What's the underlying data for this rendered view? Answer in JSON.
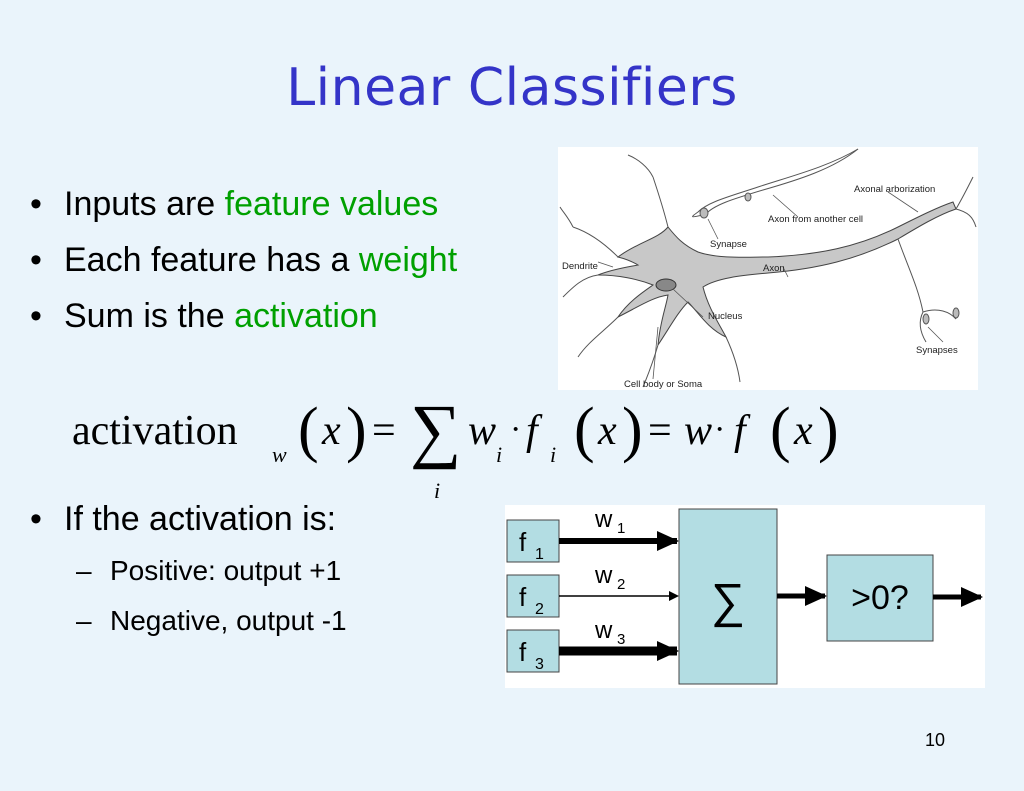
{
  "title": "Linear Classifiers",
  "bullets": [
    {
      "text": "Inputs are ",
      "highlight": "feature values"
    },
    {
      "text": "Each feature has a ",
      "highlight": "weight"
    },
    {
      "text": "Sum is the ",
      "highlight": "activation"
    }
  ],
  "highlight_color": "#00a000",
  "title_color": "#3434c8",
  "neuron_labels": {
    "axonal_arborization": "Axonal arborization",
    "axon_from_another_cell": "Axon from another cell",
    "synapse": "Synapse",
    "dendrite": "Dendrite",
    "axon": "Axon",
    "nucleus": "Nucleus",
    "synapses": "Synapses",
    "cell_body": "Cell body or Soma"
  },
  "formula": {
    "lhs": "activation",
    "lhs_sub": "w",
    "var": "x",
    "eq": "=",
    "sum_index": "i",
    "w": "w",
    "f": "f",
    "dot": "·"
  },
  "bullet_activation": "If the activation is:",
  "sub_bullets": [
    "Positive: output +1",
    "Negative, output -1"
  ],
  "perceptron": {
    "inputs": [
      {
        "f": "f",
        "sub": "1"
      },
      {
        "f": "f",
        "sub": "2"
      },
      {
        "f": "f",
        "sub": "3"
      }
    ],
    "weights": [
      {
        "w": "w",
        "sub": "1"
      },
      {
        "w": "w",
        "sub": "2"
      },
      {
        "w": "w",
        "sub": "3"
      }
    ],
    "sum_symbol": "∑",
    "threshold": ">0?",
    "box_color": "#b3dde3"
  },
  "page_number": "10"
}
